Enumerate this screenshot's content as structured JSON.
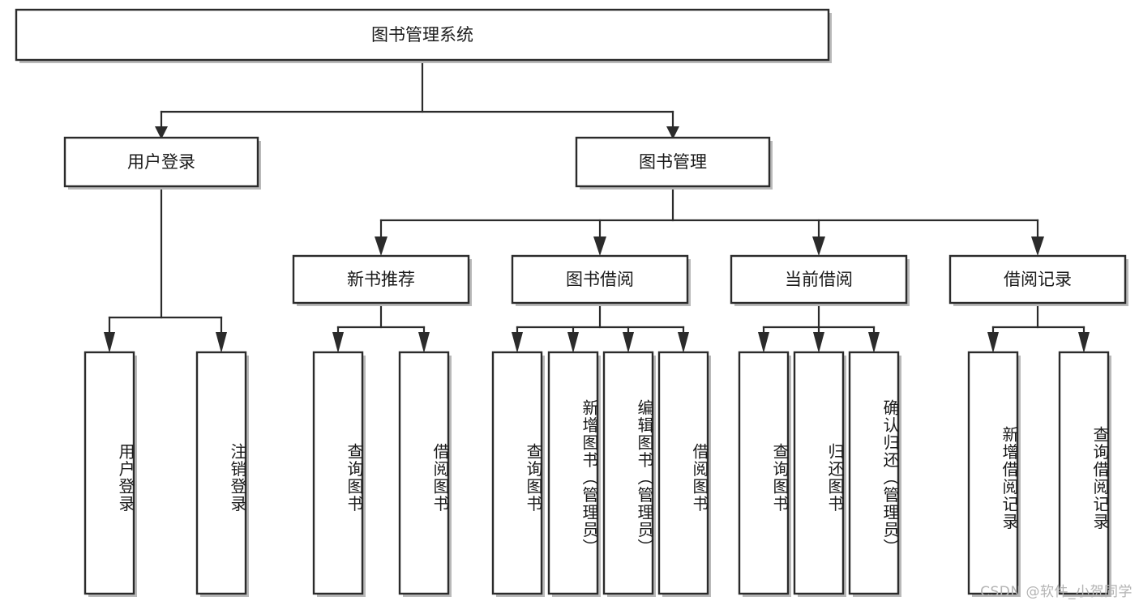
{
  "diagram": {
    "type": "tree",
    "title": "图书管理系统",
    "root": {
      "label": "图书管理系统"
    },
    "level2": [
      {
        "label": "用户登录"
      },
      {
        "label": "图书管理"
      }
    ],
    "level3": [
      {
        "label": "新书推荐"
      },
      {
        "label": "图书借阅"
      },
      {
        "label": "当前借阅"
      },
      {
        "label": "借阅记录"
      }
    ],
    "leaves": {
      "user_login": [
        {
          "label": "用户登录"
        },
        {
          "label": "注销登录"
        }
      ],
      "new_book_recommend": [
        {
          "label": "查询图书"
        },
        {
          "label": "借阅图书"
        }
      ],
      "book_borrow": [
        {
          "label": "查询图书"
        },
        {
          "label": "新增图书（管理员）"
        },
        {
          "label": "编辑图书（管理员）"
        },
        {
          "label": "借阅图书"
        }
      ],
      "current_borrow": [
        {
          "label": "查询图书"
        },
        {
          "label": "归还图书"
        },
        {
          "label": "确认归还（管理员）"
        }
      ],
      "borrow_record": [
        {
          "label": "新增借阅记录"
        },
        {
          "label": "查询借阅记录"
        }
      ]
    }
  },
  "watermark": {
    "text": "CSDN @软件_小贺同学"
  },
  "colors": {
    "box_stroke": "#2b2b2b",
    "box_fill": "#ffffff",
    "connector": "#2b2b2b",
    "text": "#1a1a1a",
    "watermark": "#b3b3b3",
    "background": "#ffffff"
  }
}
